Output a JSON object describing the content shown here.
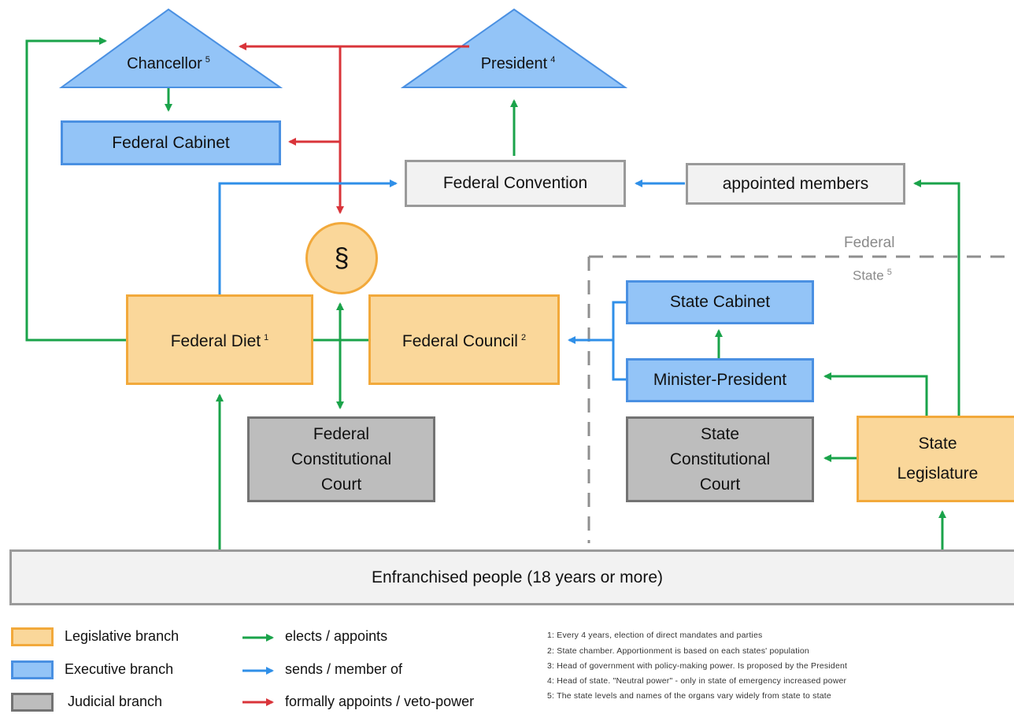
{
  "nodes": {
    "chancellor": "Chancellor",
    "chancellor_sup": "5",
    "president": "President",
    "president_sup": "4",
    "federal_cabinet": "Federal Cabinet",
    "federal_convention": "Federal Convention",
    "appointed_members": "appointed members",
    "paragraph": "§",
    "federal_diet": "Federal Diet",
    "federal_diet_sup": "1",
    "federal_council": "Federal Council",
    "federal_council_sup": "2",
    "fcc_line1": "Federal",
    "fcc_line2": "Constitutional",
    "fcc_line3": "Court",
    "state_cabinet": "State Cabinet",
    "minister_president": "Minister-President",
    "scc_line1": "State",
    "scc_line2": "Constitutional",
    "scc_line3": "Court",
    "state_leg_line1": "State",
    "state_leg_line2": "Legislature",
    "people": "Enfranchised people (18 years or more)"
  },
  "boundary": {
    "federal": "Federal",
    "state": "State",
    "state_sup": "5"
  },
  "legend": {
    "branches": [
      {
        "label": "Legislative branch",
        "fill": "#fad79a",
        "stroke": "#f2a93b"
      },
      {
        "label": "Executive branch",
        "fill": "#93c4f7",
        "stroke": "#4a90e2"
      },
      {
        "label": "Judicial branch",
        "fill": "#bdbdbd",
        "stroke": "#737373"
      }
    ],
    "arrows": [
      {
        "label": "elects / appoints",
        "color": "#1aa34a"
      },
      {
        "label": "sends / member of",
        "color": "#2f8fe8"
      },
      {
        "label": "formally appoints / veto-power",
        "color": "#d9343a"
      }
    ]
  },
  "notes": [
    "1: Every 4 years, election of direct mandates and parties",
    "2: State chamber. Apportionment is based on each states' population",
    "3: Head of government with policy-making power. Is proposed by the President",
    "4: Head of state. \"Neutral power\" - only in state of emergency increased power",
    "5: The state levels and names of the organs vary widely from state to state"
  ],
  "colors": {
    "elects": "#1aa34a",
    "sends": "#2f8fe8",
    "appoints": "#d9343a",
    "legislative": "#fad79a",
    "executive": "#93c4f7",
    "judicial": "#bdbdbd"
  }
}
